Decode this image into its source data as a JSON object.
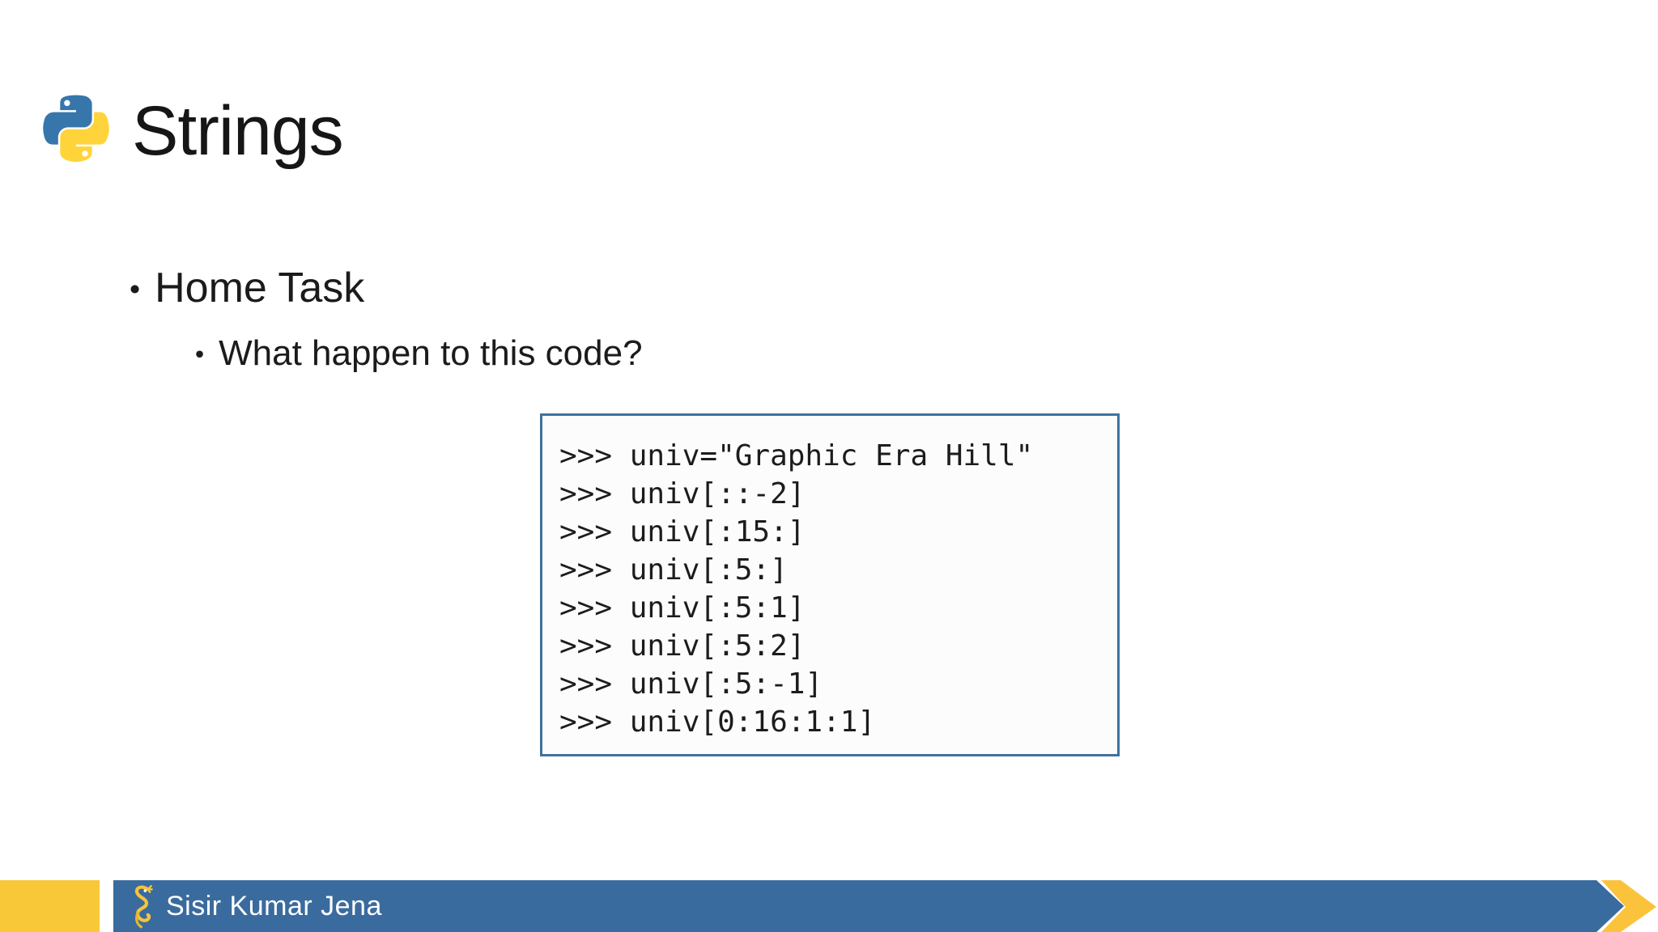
{
  "title": {
    "text": "Strings",
    "logo_icon": "python-logo"
  },
  "content": {
    "bullet_char": "•",
    "bullet1": "Home Task",
    "bullet2": "What happen to this code?"
  },
  "code_box": {
    "lines": [
      ">>> univ=\"Graphic Era Hill\"",
      ">>> univ[::-2]",
      ">>> univ[:15:]",
      ">>> univ[:5:]",
      ">>> univ[:5:1]",
      ">>> univ[:5:2]",
      ">>> univ[:5:-1]",
      ">>> univ[0:16:1:1]"
    ]
  },
  "footer": {
    "author": "Sisir Kumar Jena"
  },
  "colors": {
    "python_blue": "#3776AB",
    "python_yellow": "#FFD43B",
    "bar_blue": "#3A6B9E",
    "block_yellow": "#F9C838",
    "chevron_yellow": "#FBC33C",
    "box_border": "#41719C",
    "box_bg": "#FCFCFC",
    "text_dark": "#1B1B1B",
    "footer_text": "#FFFFFF"
  }
}
